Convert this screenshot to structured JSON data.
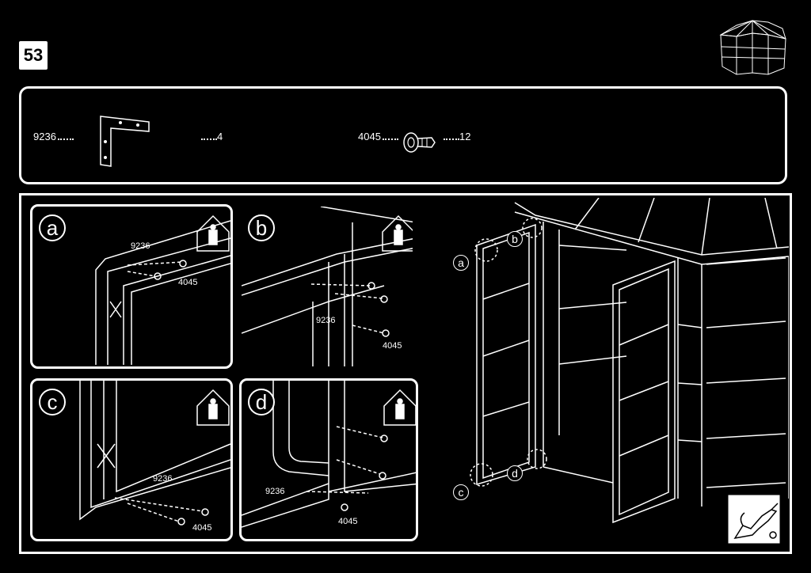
{
  "step": {
    "number": "53"
  },
  "parts": [
    {
      "code": "9236",
      "qty": "4",
      "icon": "corner-bracket-icon"
    },
    {
      "code": "4045",
      "qty": "12",
      "icon": "screw-icon"
    }
  ],
  "panels": {
    "a": {
      "letter": "a",
      "labels": [
        "9236",
        "4045"
      ]
    },
    "b": {
      "letter": "b",
      "labels": [
        "9236",
        "4045"
      ]
    },
    "c": {
      "letter": "c",
      "labels": [
        "9236",
        "4045"
      ]
    },
    "d": {
      "letter": "d",
      "labels": [
        "9236",
        "4045"
      ]
    }
  },
  "overview": {
    "callouts": [
      "a",
      "b",
      "c",
      "d"
    ]
  }
}
